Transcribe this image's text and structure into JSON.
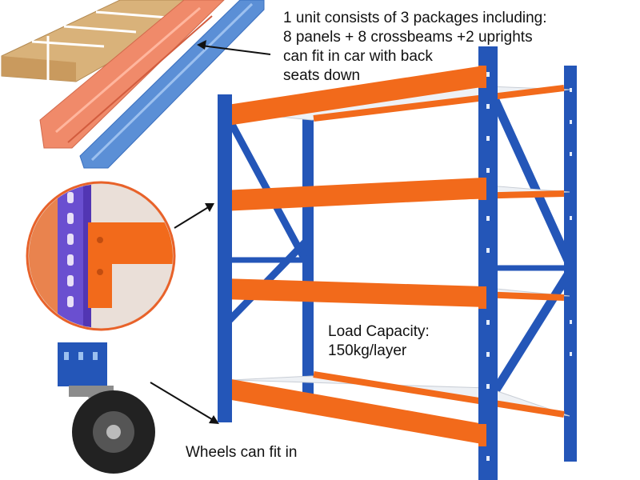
{
  "captions": {
    "package_line1": "1 unit consists of 3 packages including:",
    "package_line2": "8 panels + 8 crossbeams +2 uprights",
    "package_line3": "can fit in car with back",
    "package_line4": "seats down",
    "load_line1": "Load Capacity:",
    "load_line2": "150kg/layer",
    "wheels": "Wheels can fit in"
  },
  "colors": {
    "upright_blue": "#2456b8",
    "beam_orange": "#f26a1b",
    "panel_white": "#eef1f5",
    "box_tan": "#d9b27a",
    "wrap_pink": "#f08a6a",
    "wrap_blue": "#5b8fd6",
    "circle_purple": "#6a4fd0",
    "wheel_black": "#222222"
  }
}
